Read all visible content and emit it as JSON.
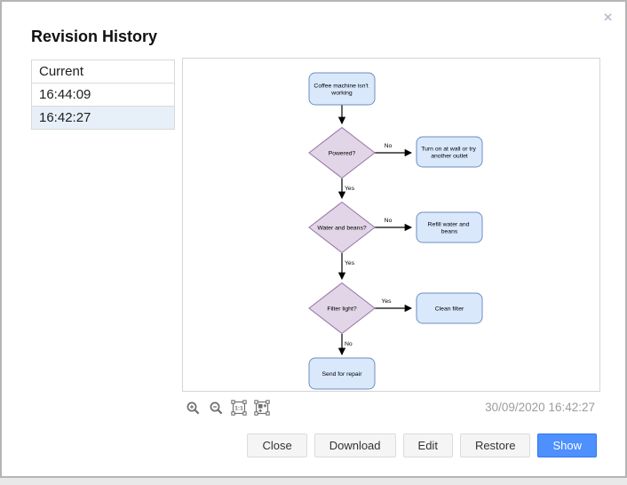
{
  "dialog": {
    "title": "Revision History",
    "close_icon_glyph": "✕"
  },
  "revision_list": {
    "items": [
      {
        "label": "Current",
        "selected": false
      },
      {
        "label": "16:44:09",
        "selected": false
      },
      {
        "label": "16:42:27",
        "selected": true
      }
    ],
    "selected_row_color": "#e7f0f9"
  },
  "preview": {
    "timestamp": "30/09/2020 16:42:27",
    "toolbar": {
      "reset_zoom_label": "1:1"
    }
  },
  "flowchart": {
    "nodes": {
      "start": {
        "type": "process",
        "lines": [
          "Coffee machine isn't",
          "working"
        ]
      },
      "powered": {
        "type": "decision",
        "lines": [
          "Powered?"
        ]
      },
      "outlet": {
        "type": "process",
        "lines": [
          "Turn on at wall or try",
          "another outlet"
        ]
      },
      "water": {
        "type": "decision",
        "lines": [
          "Water and beans?"
        ]
      },
      "refill": {
        "type": "process",
        "lines": [
          "Refill water and",
          "beans"
        ]
      },
      "filter": {
        "type": "decision",
        "lines": [
          "Filter light?"
        ]
      },
      "clean": {
        "type": "process",
        "lines": [
          "Clean filter"
        ]
      },
      "repair": {
        "type": "process",
        "lines": [
          "Send for repair"
        ]
      }
    },
    "edge_labels": {
      "powered_no": "No",
      "powered_yes": "Yes",
      "water_no": "No",
      "water_yes": "Yes",
      "filter_yes": "Yes",
      "filter_no": "No"
    },
    "colors": {
      "process_fill": "#dae8fc",
      "process_stroke": "#6c8ebf",
      "decision_fill": "#e1d5e7",
      "decision_stroke": "#9673a6",
      "edge_stroke": "#000000"
    }
  },
  "footer": {
    "buttons": [
      {
        "label": "Close",
        "variant": "default"
      },
      {
        "label": "Download",
        "variant": "default"
      },
      {
        "label": "Edit",
        "variant": "default"
      },
      {
        "label": "Restore",
        "variant": "default"
      },
      {
        "label": "Show",
        "variant": "primary"
      }
    ],
    "primary_color": "#4d90fe"
  }
}
